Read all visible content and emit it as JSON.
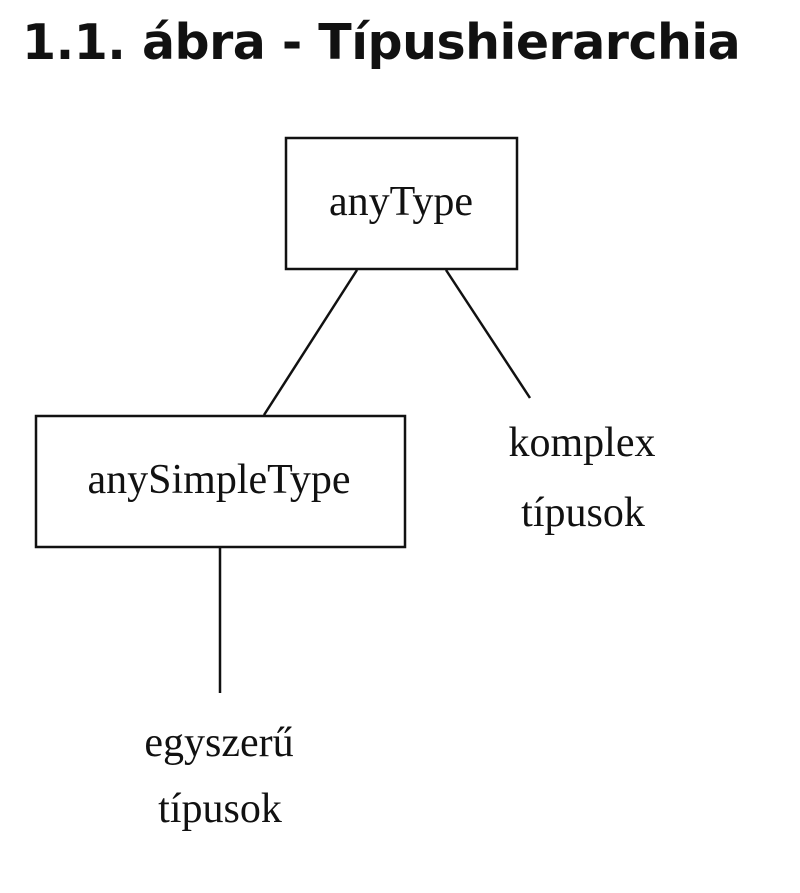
{
  "figure": {
    "title": "1.1. ábra - Típushierarchia"
  },
  "diagram": {
    "root_node": {
      "label": "anyType"
    },
    "simple_node": {
      "label": "anySimpleType"
    },
    "complex_leaf": {
      "line1": "komplex",
      "line2": "típusok"
    },
    "simple_leaf": {
      "line1": "egyszerű",
      "line2": "típusok"
    },
    "colors": {
      "stroke": "#111111",
      "text": "#111111",
      "background": "#ffffff"
    }
  }
}
